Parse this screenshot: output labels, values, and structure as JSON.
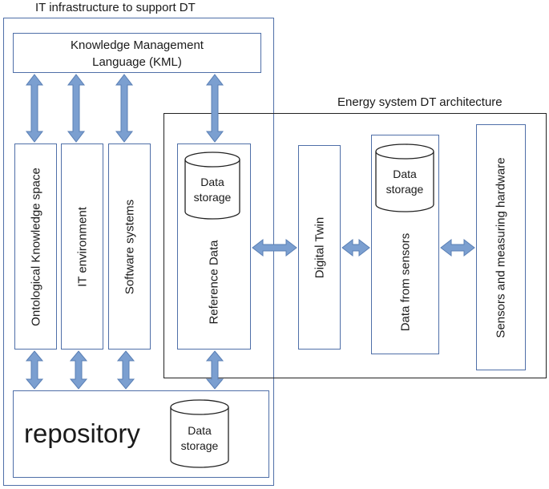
{
  "diagram": {
    "outer_title": "IT infrastructure to support DT",
    "inner_title": "Energy system DT architecture",
    "kml": {
      "line1": "Knowledge Management",
      "line2": "Language (KML)"
    },
    "columns": {
      "ontological": "Ontological Knowledge space",
      "it_environment": "IT environment",
      "software": "Software systems",
      "reference": "Reference Data",
      "digital_twin": "Digital Twin",
      "sensor_data": "Data from sensors",
      "hardware": "Sensors and measuring hardware"
    },
    "repository": "repository",
    "data_storage": {
      "line1": "Data",
      "line2": "storage"
    },
    "colors": {
      "box_border": "#4f6fa8",
      "arrow_fill": "#7b9fd0",
      "arrow_stroke": "#5a7fb5",
      "frame": "#222222"
    }
  }
}
